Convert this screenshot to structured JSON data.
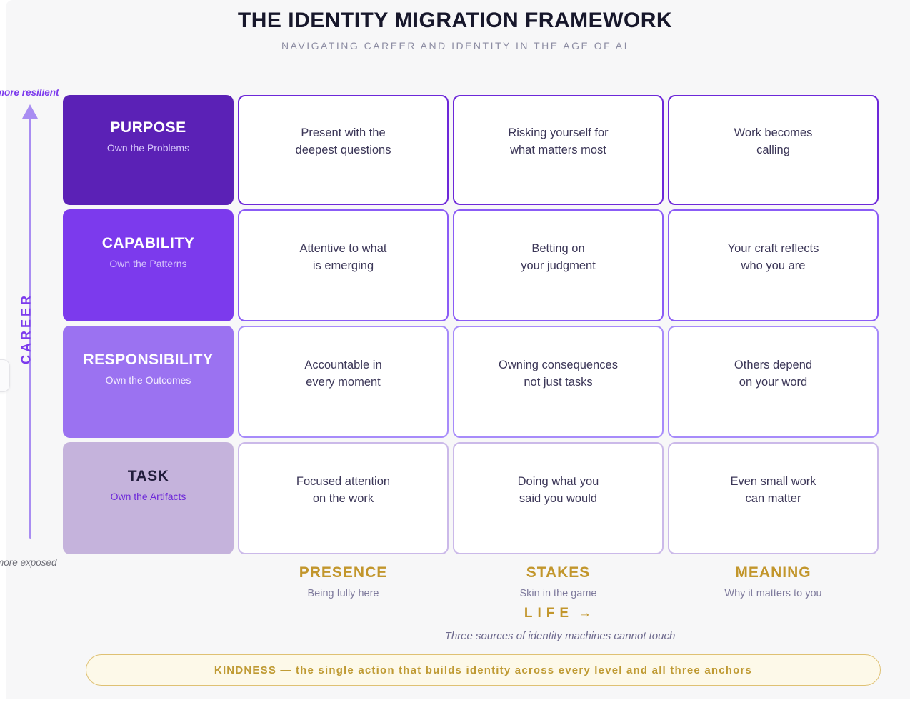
{
  "header": {
    "title": "THE IDENTITY MIGRATION FRAMEWORK",
    "subtitle": "NAVIGATING CAREER AND IDENTITY IN THE AGE OF AI"
  },
  "axis": {
    "label": "CAREER",
    "top_label": "more resilient",
    "bottom_label": "more exposed"
  },
  "grid": {
    "rows": [
      {
        "name": "PURPOSE",
        "subtitle": "Own the Problems",
        "color": "#5b21b6",
        "cells": [
          "Present with the\ndeepest questions",
          "Risking yourself for\nwhat matters most",
          "Work becomes\ncalling"
        ]
      },
      {
        "name": "CAPABILITY",
        "subtitle": "Own the Patterns",
        "color": "#7c3aed",
        "cells": [
          "Attentive to what\nis emerging",
          "Betting on\nyour judgment",
          "Your craft reflects\nwho you are"
        ]
      },
      {
        "name": "RESPONSIBILITY",
        "subtitle": "Own the Outcomes",
        "color": "#9b72f1",
        "cells": [
          "Accountable in\nevery moment",
          "Owning consequences\nnot just tasks",
          "Others depend\non your word"
        ]
      },
      {
        "name": "TASK",
        "subtitle": "Own the Artifacts",
        "color": "#c5b3dc",
        "cells": [
          "Focused attention\non the work",
          "Doing what you\nsaid you would",
          "Even small work\ncan matter"
        ]
      }
    ]
  },
  "columns": [
    {
      "name": "PRESENCE",
      "subtitle": "Being fully here"
    },
    {
      "name": "STAKES",
      "subtitle": "Skin in the game"
    },
    {
      "name": "MEANING",
      "subtitle": "Why it matters to you"
    }
  ],
  "life": {
    "label": "LIFE",
    "arrow": "→",
    "tagline": "Three sources of identity machines cannot touch"
  },
  "banner": {
    "text": "KINDNESS — the single action that builds identity across every level and all three anchors"
  },
  "colors": {
    "page_background": "#f7f7f8",
    "accent_gold": "#c2962c",
    "banner_background": "#fdf9e9",
    "banner_border": "#dfc173",
    "axis_purple": "#7c3aed",
    "arrow_purple": "#a98df2",
    "cell_text": "#3c3758"
  }
}
